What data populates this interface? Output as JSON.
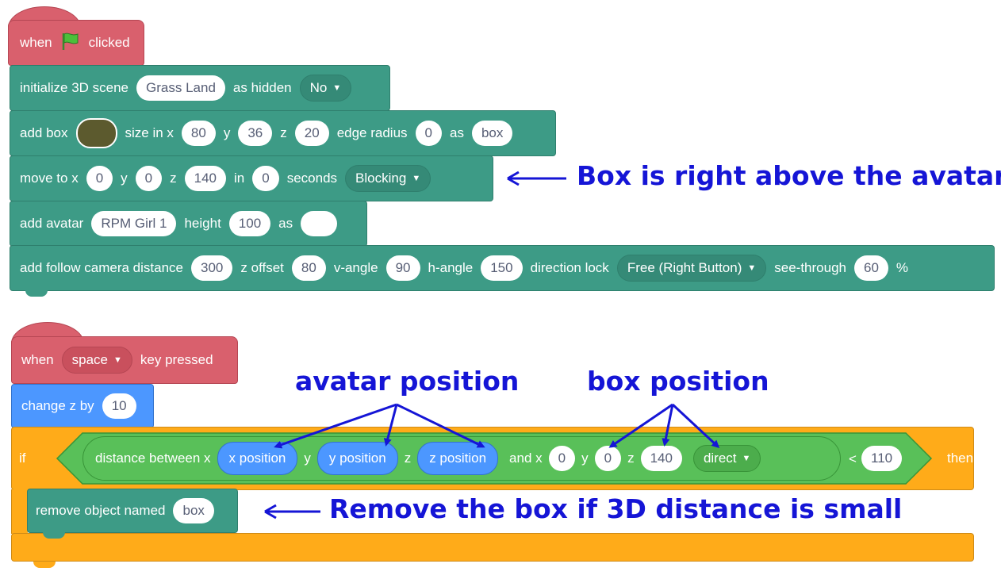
{
  "script1": {
    "hat": {
      "when": "when",
      "clicked": "clicked",
      "flag_icon": "green-flag-icon"
    },
    "init_scene": {
      "label": "initialize 3D scene",
      "scene": "Grass Land",
      "as_hidden": "as hidden",
      "hidden_value": "No"
    },
    "add_box": {
      "label": "add box",
      "color": "#5c5a2e",
      "size_in_x": "size in x",
      "x": "80",
      "y_label": "y",
      "y": "36",
      "z_label": "z",
      "z": "20",
      "edge_radius": "edge radius",
      "radius": "0",
      "as": "as",
      "name": "box"
    },
    "move_to": {
      "label": "move to x",
      "x": "0",
      "y_label": "y",
      "y": "0",
      "z_label": "z",
      "z": "140",
      "in": "in",
      "seconds_value": "0",
      "seconds": "seconds",
      "mode": "Blocking"
    },
    "add_avatar": {
      "label": "add avatar",
      "avatar": "RPM Girl 1",
      "height": "height",
      "height_value": "100",
      "as": "as",
      "name": ""
    },
    "follow_camera": {
      "label": "add follow camera distance",
      "distance": "300",
      "z_offset": "z offset",
      "z_offset_value": "80",
      "v_angle": "v-angle",
      "v_angle_value": "90",
      "h_angle": "h-angle",
      "h_angle_value": "150",
      "direction_lock": "direction lock",
      "lock_value": "Free (Right Button)",
      "see_through": "see-through",
      "see_through_value": "60",
      "percent": "%"
    }
  },
  "script2": {
    "hat": {
      "when": "when",
      "key": "space",
      "key_pressed": "key pressed"
    },
    "change_z": {
      "label": "change z by",
      "value": "10"
    },
    "if_block": {
      "if": "if",
      "then": "then"
    },
    "condition": {
      "label": "distance between x",
      "x_pos": "x position",
      "y_label": "y",
      "y_pos": "y position",
      "z_label": "z",
      "z_pos": "z position",
      "and_x": "and x",
      "x": "0",
      "y2_label": "y",
      "y": "0",
      "z2_label": "z",
      "z": "140",
      "mode": "direct",
      "lt": "<",
      "threshold": "110"
    },
    "remove": {
      "label": "remove object named",
      "name": "box"
    }
  },
  "annotations": {
    "box_above": "Box is right above the avatar",
    "avatar_position": "avatar position",
    "box_position": "box position",
    "remove_box": "Remove the box if 3D distance is small"
  },
  "colors": {
    "events": "#d9606d",
    "extension": "#3d9b86",
    "motion": "#4c97ff",
    "control": "#ffab19",
    "operators": "#59c059",
    "annotation": "#1515d6"
  }
}
